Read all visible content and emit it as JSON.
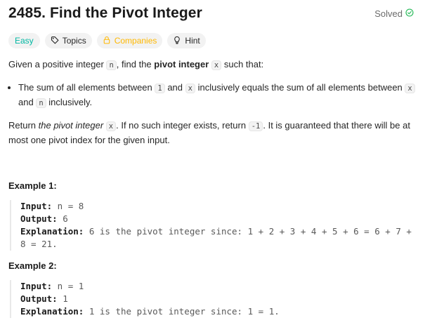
{
  "problem": {
    "title": "2485. Find the Pivot Integer",
    "status": "Solved"
  },
  "tags": {
    "difficulty": "Easy",
    "topics": "Topics",
    "companies": "Companies",
    "hint": "Hint"
  },
  "description": {
    "p1_a": "Given a positive integer ",
    "p1_code_n": "n",
    "p1_b": ", find the ",
    "p1_bold": "pivot integer",
    "p1_code_x": "x",
    "p1_c": " such that:",
    "bullet_a": "The sum of all elements between ",
    "bullet_code_1": "1",
    "bullet_b": " and ",
    "bullet_code_x": "x",
    "bullet_c": " inclusively equals the sum of all elements between ",
    "bullet_code_x2": "x",
    "bullet_d": " and ",
    "bullet_code_n": "n",
    "bullet_e": " inclusively.",
    "p2_a": "Return ",
    "p2_italic": "the pivot integer",
    "p2_code_x": "x",
    "p2_b": ". If no such integer exists, return ",
    "p2_code_neg": "-1",
    "p2_c": ". It is guaranteed that there will be at most one pivot index for the given input."
  },
  "examples": [
    {
      "title": "Example 1:",
      "input_label": "Input:",
      "input": " n = 8",
      "output_label": "Output:",
      "output": " 6",
      "explanation_label": "Explanation:",
      "explanation": " 6 is the pivot integer since: 1 + 2 + 3 + 4 + 5 + 6 = 6 + 7 + 8 = 21."
    },
    {
      "title": "Example 2:",
      "input_label": "Input:",
      "input": " n = 1",
      "output_label": "Output:",
      "output": " 1",
      "explanation_label": "Explanation:",
      "explanation": " 1 is the pivot integer since: 1 = 1."
    }
  ],
  "colors": {
    "easy": "#00b8a3",
    "companies": "#ffb800",
    "solved_check": "#2cbb5d"
  },
  "icons": {
    "solved": "check-circle-icon",
    "topics": "tag-icon",
    "companies": "lock-icon",
    "hint": "lightbulb-icon"
  }
}
